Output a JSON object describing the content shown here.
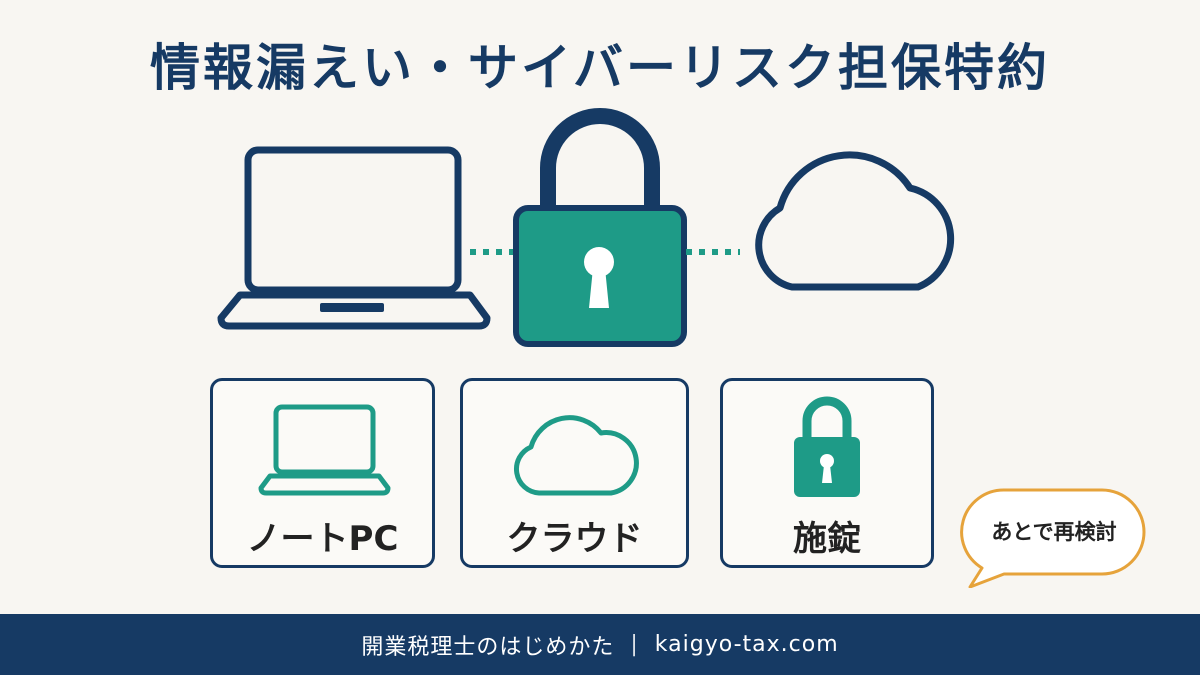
{
  "title": "情報漏えい・サイバーリスク担保特約",
  "colors": {
    "navy": "#163a64",
    "teal": "#1e9b87",
    "bubble": "#e6a33b",
    "background": "#f8f6f2"
  },
  "hero": {
    "icons": [
      "laptop-icon",
      "padlock-icon",
      "cloud-icon"
    ]
  },
  "cards": [
    {
      "label": "ノートPC",
      "icon": "laptop-icon"
    },
    {
      "label": "クラウド",
      "icon": "cloud-icon"
    },
    {
      "label": "施錠",
      "icon": "padlock-icon"
    }
  ],
  "bubble": {
    "text": "あとで再検討"
  },
  "footer": {
    "site_name": "開業税理士のはじめかた",
    "separator": "|",
    "url": "kaigyo-tax.com"
  }
}
